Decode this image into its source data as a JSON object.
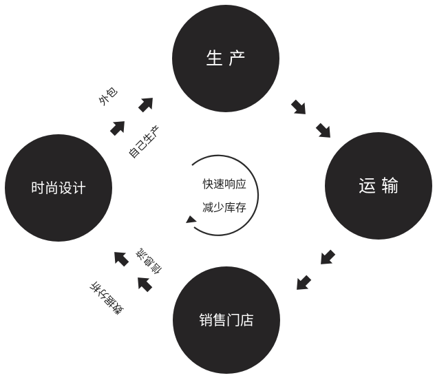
{
  "nodes": {
    "production": "生 产",
    "transport": "运 输",
    "store": "销售门店",
    "design": "时尚设计"
  },
  "labels": {
    "outsource": "外包",
    "self_produce": "自己生产",
    "data_analysis": "数据分析",
    "information_flow": "信息流"
  },
  "center": {
    "line1": "快速响应",
    "line2": "减少库存"
  },
  "colors": {
    "node_fill": "#262425",
    "node_text": "#ffffff",
    "arrow": "#262425",
    "label_text": "#1f1f1f"
  }
}
